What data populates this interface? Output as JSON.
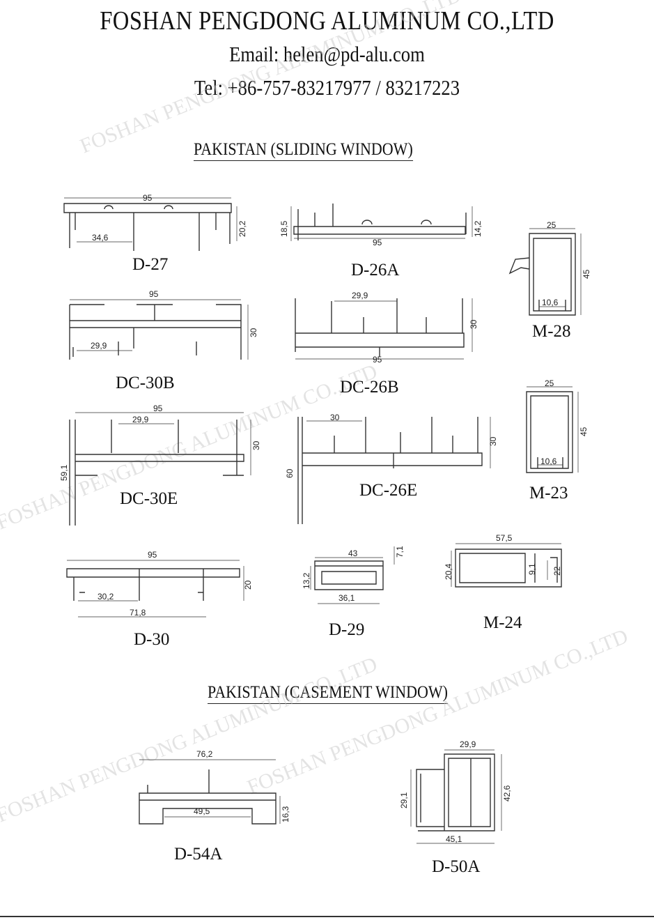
{
  "header": {
    "company": "FOSHAN PENGDONG ALUMINUM CO.,LTD",
    "email": "Email: helen@pd-alu.com",
    "tel": "Tel:  +86-757-83217977  /  83217223"
  },
  "sections": {
    "sliding": "PAKISTAN (SLIDING WINDOW)",
    "casement": "PAKISTAN (CASEMENT WINDOW)"
  },
  "watermarks": {
    "company": "FOSHAN PENGDONG ALUMINUM CO.,LTD"
  },
  "profiles": [
    {
      "code": "D-27",
      "dims": [
        "95",
        "20,2",
        "34,6"
      ]
    },
    {
      "code": "D-26A",
      "dims": [
        "18,5",
        "14,2",
        "95"
      ]
    },
    {
      "code": "M-28",
      "dims": [
        "25",
        "45",
        "10,6"
      ]
    },
    {
      "code": "DC-30B",
      "dims": [
        "95",
        "30",
        "29,9"
      ]
    },
    {
      "code": "DC-26B",
      "dims": [
        "29,9",
        "30",
        "95"
      ]
    },
    {
      "code": "DC-30E",
      "dims": [
        "95",
        "29,9",
        "30",
        "59,1"
      ]
    },
    {
      "code": "DC-26E",
      "dims": [
        "30",
        "30",
        "60"
      ]
    },
    {
      "code": "M-23",
      "dims": [
        "25",
        "45",
        "10,6"
      ]
    },
    {
      "code": "D-30",
      "dims": [
        "95",
        "20",
        "30,2",
        "71,8"
      ]
    },
    {
      "code": "D-29",
      "dims": [
        "43",
        "7,1",
        "13,2",
        "36,1"
      ]
    },
    {
      "code": "M-24",
      "dims": [
        "57,5",
        "20,4",
        "9,1",
        "22"
      ]
    },
    {
      "code": "D-54A",
      "dims": [
        "76,2",
        "49,5",
        "16,3"
      ]
    },
    {
      "code": "D-50A",
      "dims": [
        "29,9",
        "42,6",
        "29,1",
        "45,1"
      ]
    }
  ]
}
